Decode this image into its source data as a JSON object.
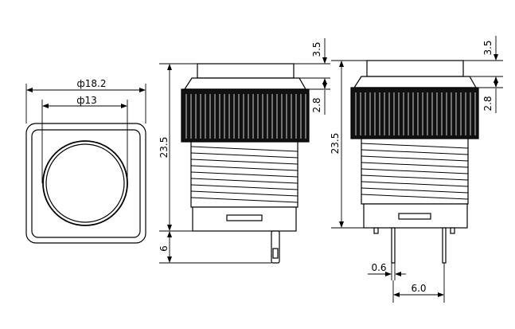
{
  "drawing": {
    "front_view": {
      "outer_dim": "ф18.2",
      "inner_dim": "ф13"
    },
    "side_view_1": {
      "top_dim": "3.5",
      "collar_dim": "2.8",
      "body_height": "23.5",
      "pin_length": "6"
    },
    "side_view_2": {
      "top_dim": "3.5",
      "collar_dim": "2.8",
      "body_height": "23.5",
      "pin_width": "0.6",
      "pin_spacing": "6.0"
    }
  }
}
